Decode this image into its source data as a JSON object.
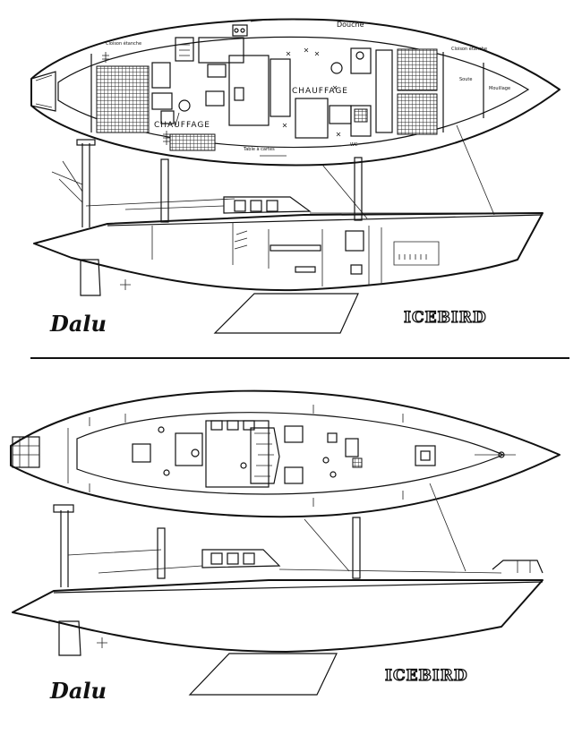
{
  "top_drawing": {
    "labels": {
      "douche": "Douche",
      "chauffage_right": "CHAUFFAGE",
      "chauffage_left": "CHAUFFAGE",
      "wc": "WC",
      "table_carte": "Table à cartes",
      "cloison_left": "Cloison étanche",
      "cloison_right": "Cloison étanche",
      "soute": "Soute",
      "mouillage": "Mouillage"
    },
    "signature": "Dalu",
    "brand": "ICEBIRD"
  },
  "bottom_drawing": {
    "signature": "Dalu",
    "brand": "ICEBIRD"
  }
}
